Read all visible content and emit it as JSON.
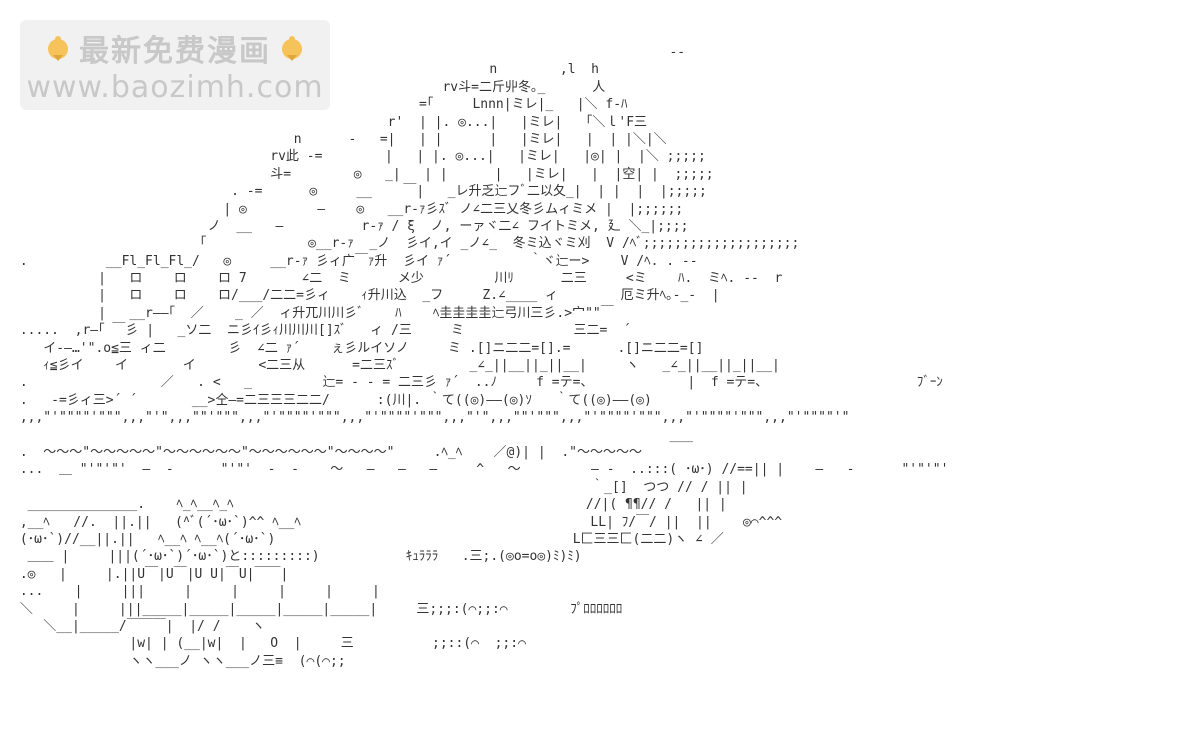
{
  "watermark": {
    "line1": "最新免费漫画",
    "line2": "www.baozimh.com"
  },
  "art_lines": [
    "                                                                                    --",
    "                                                             n        ,l  h",
    "                                                       rv斗=二斤丱冬｡_      人",
    "                                                    =｢     Lnnn|ミレ|_   |＼ f-ﾊ",
    "                                                r'  | |. ◎...|   |ミレ|   ｢＼ｌ'F三",
    "                                    n      -   =|   | |      |   |ミレ|   |  | |＼|＼",
    "                                 rv此 -=        |   | |. ◎...|   |ミレ|   |◎| |  |＼ ;;;;;",
    "                                 斗=        ◎   _|   | |      |   |ミレ|   |  |空| |  ;;;;;",
    "                            . -=      ◎     __    ￣|   _レ升乏辷フﾞ二以夂_|  | |  |  |;;;;;",
    "                           | ◎         ―    ◎   __r-ｧ彡ｽﾞ ノ∠二三乂冬彡ムィミメ |  |;;;;;;",
    "                         ノ  __   ―          r-ｧ / ξ  ノ, ーァヾ二∠ フイトミメ, 廴 ＼_|;;;;",
    "                        ｢             ◎__r-ｧ  _ノ  彡イ,イ _ノ∠_  冬ミ込ヾミ刈  V /ﾍﾞ;;;;;;;;;;;;;;;;;;;;",
    " .          __Fl_Fl_Fl_/   ◎     __r-ｧ 彡ィ广￣ｧ升  彡イ ｧ´          ｀ヾ辷ー>    V /ﾍ. . --",
    "           |   ロ    ロ    ロ 7       ∠二  ミ      メ少         川ﾘ      二三     <ミ    ﾊ.  ミﾍ. --  r",
    "           |   ロ    ロ    ロ/___/二二=彡ィ    ｨ升川込  _フ     Z.∠____ ィ        厄ミ升ﾍ｡-_-  |",
    "           |   __r――｢  ／    _ ／  ィ升兀川川彡ﾞ    ﾊ    ﾍ圭圭圭圭辷弓川三彡.>宀\"\"￣",
    " .....  ,r―｢ ￣彡 |   _ソ二  ニ彡ｲ彡ｨ川川川[]ｽﾞ   ィ /三     ミ              三二=  ´",
    "    イ-―…'\".o≦三 ィ二        彡  ∠二 ｧ´    ぇ彡ルイソノ     ミ .[]ニ二二=[].=      .[]ニ二二=[]",
    "    ｨ≦彡イ    イ       イ        <二三从      =二三ｽﾞ         _∠_||__||_||__|     ヽ   _∠_||__||_||__|",
    " .                 ／   . <   _         辷= - - = 二三彡 ｧ´  ..ﾉ     f =テ=、            |  f =テ=、                   ﾌﾞｰﾝ",
    " .   -=彡ィ三>´ ´       __>仝―=二三三三二二/      :(川|. ｀て((◎)――(◎)ｿ   ｀て((◎)――(◎)",
    " ,,,\"'\"\"\"\"'\"\"\",,,\"'\",,,\"\"'\"\"\",,,\"'\"\"\"\"'\"\"\",,,\"'\"\"\"\"'\"\"\",,,\"'\",,,\"\"'\"\"\",,,\"'\"\"\"\"'\"\"\",,,\"'\"\"\"\"'\"\"\",,,\"'\"\"\"\"'\"",
    "                                                                                    ___",
    " .  ～～～\"～～～～～\"～～～～～～\"～～～～～～\"～～～～\"     .ﾍ_ﾍ    ／@)| |  .\"～～～～～",
    " ...  ＿ \"'\"'\"'  ―  -      \"'\"'  -  -    ～   ―   ―   ―     ^   ～         ― -  ..:::( ･ω･) //==|| |    ―   -      \"'\"'\"'",
    "                                                                          ｀_[]  つつ // / || |",
    "  ______________.    ﾍ_ﾍ__ﾍ_ﾍ                                             //|( ¶¶// /   || |",
    " ,__ﾍ   //.  ||.||   (^ﾞ(´･ω･`)^^ ﾍ__ﾍ                                     LL| ﾌ/￣/ ||  ||    ◎⌒^^^",
    " (･ω･`)//__||.||   ﾍ__ﾍ ﾍ__ﾍ(´･ω･`)                                      L匚三三匚(二二)ヽ ∠ ／",
    "  ＿＿ |     |||(´･ω･`)´･ω･`)と:::::::::)           ｷｭﾗﾗﾗ   .三;.(◎o=o◎)ﾐ)ﾐ)",
    " .◎   |     |.||U￣|U￣|U U|￣U|￣￣|",
    " ...    |     |||     |     |     |     |     |",
    " ＼     |     |||_____|_____|_____|_____|_____|     三;;;:(⌒;;:⌒        ﾌﾟﾛﾛﾛﾛﾛﾛ",
    "    ＼__|_____/￣￣￣|  |/ /    ヽ",
    "               |w| | (__|w|  |   O  |     三          ;;::(⌒  ;;:⌒",
    "               ヽヽ___ノ ヽヽ___ノ三≡  (⌒(⌒;;"
  ]
}
